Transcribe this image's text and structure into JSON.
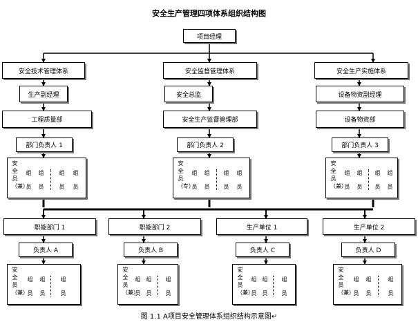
{
  "title": "安全生产管理四项体系组织结构图",
  "caption": "图 1.1  A项目安全管理体系组织结构示意图↵",
  "top_node": "项目经理",
  "upper_columns": [
    {
      "system": "安全技术管理体系",
      "manager": "生产副经理",
      "department": "工程质量部",
      "dept_head": "部门负责人 1",
      "safety_officer": [
        "安",
        "全",
        "员",
        "（",
        "兼",
        "）"
      ],
      "member_cols": [
        [
          "组",
          "员"
        ],
        [
          "组",
          "员"
        ],
        [
          "组",
          "员"
        ],
        [
          "组",
          "员"
        ]
      ]
    },
    {
      "system": "安全监督管理体系",
      "manager": "安全总监",
      "department": "安全生产监督管理部",
      "dept_head": "部门负责人 2",
      "safety_officer": [
        "安",
        "全",
        "员",
        "（",
        "专",
        "）"
      ],
      "member_cols": [
        [
          "组",
          "员"
        ],
        [
          "组",
          "员"
        ],
        [
          "组",
          "员"
        ],
        [
          "组",
          "员"
        ]
      ]
    },
    {
      "system": "安全生产实施体系",
      "manager": "设备物资副经理",
      "department": "设备物资部",
      "dept_head": "部门负责人 3",
      "safety_officer": [
        "安",
        "全",
        "员",
        "（",
        "兼",
        "）"
      ],
      "member_cols": [
        [
          "组",
          "员"
        ],
        [
          "组",
          "员"
        ],
        [
          "组",
          "员"
        ],
        [
          "组",
          "员"
        ]
      ]
    }
  ],
  "lower_columns": [
    {
      "unit": "职能部门 1",
      "leader": "负责人 A",
      "safety_officer": [
        "安",
        "全",
        "员",
        "（",
        "兼",
        "）"
      ],
      "member_cols": [
        [
          "组",
          "员"
        ],
        [
          "组",
          "员"
        ],
        [
          "组",
          "员"
        ]
      ]
    },
    {
      "unit": "职能部门 2",
      "leader": "负责人 B",
      "safety_officer": [
        "安",
        "全",
        "员",
        "（",
        "兼",
        "）"
      ],
      "member_cols": [
        [
          "组",
          "员"
        ],
        [
          "组",
          "员"
        ],
        [
          "组",
          "员"
        ]
      ]
    },
    {
      "unit": "生产单位 1",
      "leader": "负责人 C",
      "safety_officer": [
        "安",
        "全",
        "员",
        "（",
        "兼",
        "）"
      ],
      "member_cols": [
        [
          "组",
          "员"
        ],
        [
          "组",
          "员"
        ],
        [
          "组",
          "员"
        ]
      ]
    },
    {
      "unit": "生产单位 2",
      "leader": "负责人 D",
      "safety_officer": [
        "安",
        "全",
        "员",
        "（",
        "兼",
        "）"
      ],
      "member_cols": [
        [
          "组",
          "员"
        ],
        [
          "组",
          "员"
        ],
        [
          "组",
          "员"
        ]
      ]
    }
  ]
}
